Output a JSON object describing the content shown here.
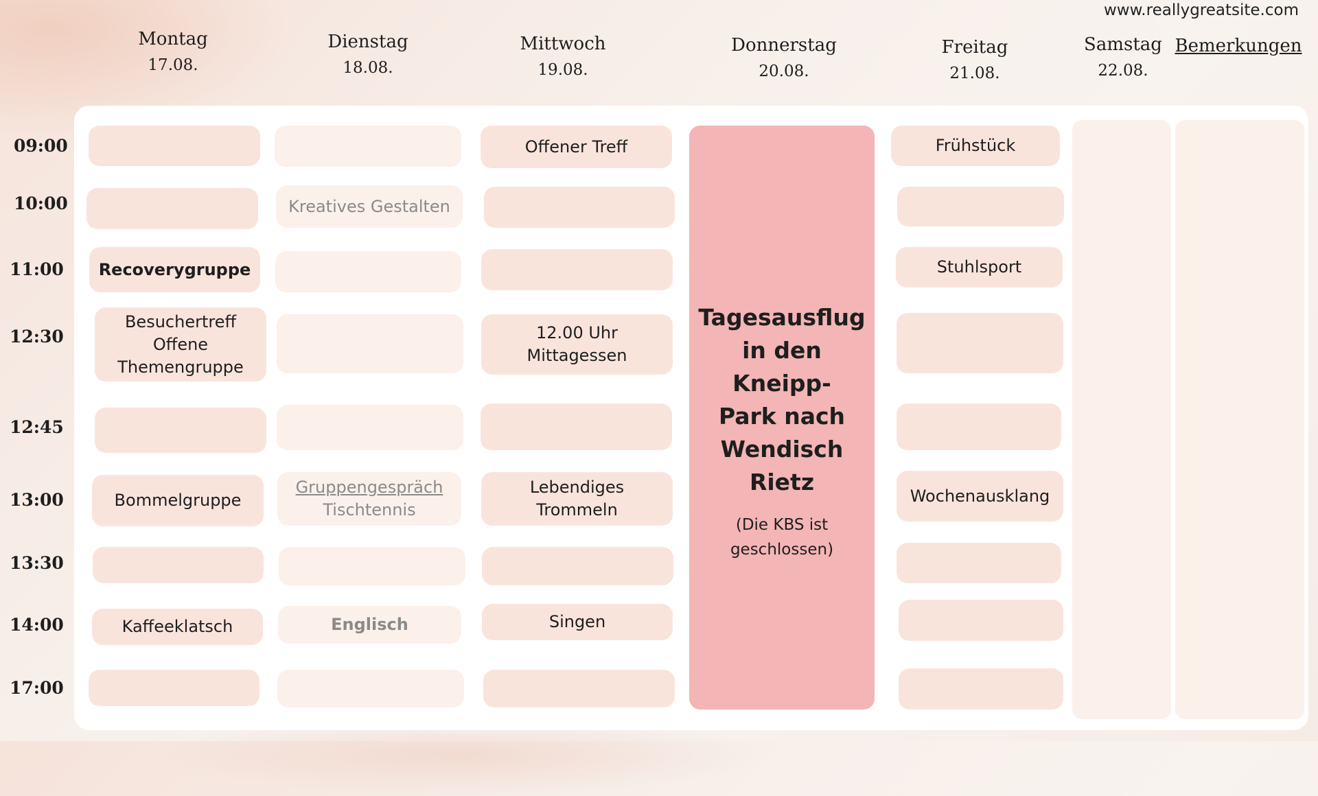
{
  "site": "www.reallygreatsite.com",
  "days": [
    {
      "name": "Montag",
      "date": "17.08."
    },
    {
      "name": "Dienstag",
      "date": "18.08."
    },
    {
      "name": "Mittwoch",
      "date": "19.08."
    },
    {
      "name": "Donnerstag",
      "date": "20.08."
    },
    {
      "name": "Freitag",
      "date": "21.08."
    },
    {
      "name": "Samstag",
      "date": "22.08."
    }
  ],
  "remarks_label": "Bemerkungen",
  "times": [
    "09:00",
    "10:00",
    "11:00",
    "12:30",
    "12:45",
    "13:00",
    "13:30",
    "14:00",
    "17:00"
  ],
  "montag": {
    "r2": "Recoverygruppe",
    "r3": [
      "Besuchertreff",
      "Offene",
      "Themengruppe"
    ],
    "r5": "Bommelgruppe",
    "r7": "Kaffeeklatsch"
  },
  "dienstag": {
    "r1": "Kreatives Gestalten",
    "r5a": "Gruppengespräch",
    "r5b": "Tischtennis",
    "r7": "Englisch"
  },
  "mittwoch": {
    "r0": "Offener Treff",
    "r3": [
      "12.00 Uhr",
      "Mittagessen"
    ],
    "r5": [
      "Lebendiges",
      "Trommeln"
    ],
    "r7": "Singen"
  },
  "donnerstag": {
    "title": [
      "Tagesausflug",
      "in den Kneipp-",
      "Park nach",
      "Wendisch",
      "Rietz"
    ],
    "note": [
      "(Die KBS ist",
      "geschlossen)"
    ]
  },
  "freitag": {
    "r0": "Frühstück",
    "r2": "Stuhlsport",
    "r5": "Wochenausklang"
  }
}
